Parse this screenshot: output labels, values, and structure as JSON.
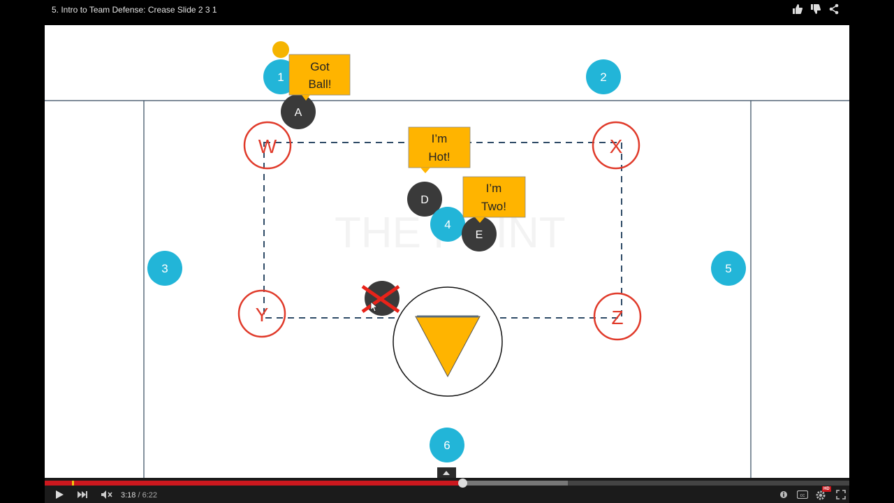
{
  "video": {
    "title": "5. Intro to Team Defense: Crease Slide 2 3 1"
  },
  "header_icons": [
    "thumbs-up-icon",
    "thumbs-down-icon",
    "share-icon"
  ],
  "slide": {
    "watermark": "THE POINT",
    "corners": [
      "W",
      "X",
      "Y",
      "Z"
    ],
    "offense_players": [
      "1",
      "2",
      "3",
      "4",
      "5",
      "6"
    ],
    "defense_players": [
      "A",
      "D",
      "E"
    ],
    "callouts": {
      "got_ball": [
        "Got",
        "Ball!"
      ],
      "im_hot": [
        "I’m",
        "Hot!"
      ],
      "im_two": [
        "I’m",
        "Two!"
      ]
    },
    "colors": {
      "offense": "#22b5d8",
      "defense": "#3a3a3a",
      "callout": "#ffb400",
      "corner_ring": "#e03a2a",
      "ball": "#f5b400"
    }
  },
  "player": {
    "current_time": "3:18",
    "separator": " / ",
    "duration": "6:22",
    "progress_fraction": 0.519,
    "loaded_fraction": 0.65,
    "marker_fraction": 0.034,
    "icons": [
      "play-icon",
      "next-icon",
      "mute-icon",
      "annotations-icon",
      "captions-icon",
      "settings-icon",
      "fullscreen-icon"
    ],
    "quality_badge": "HD"
  }
}
